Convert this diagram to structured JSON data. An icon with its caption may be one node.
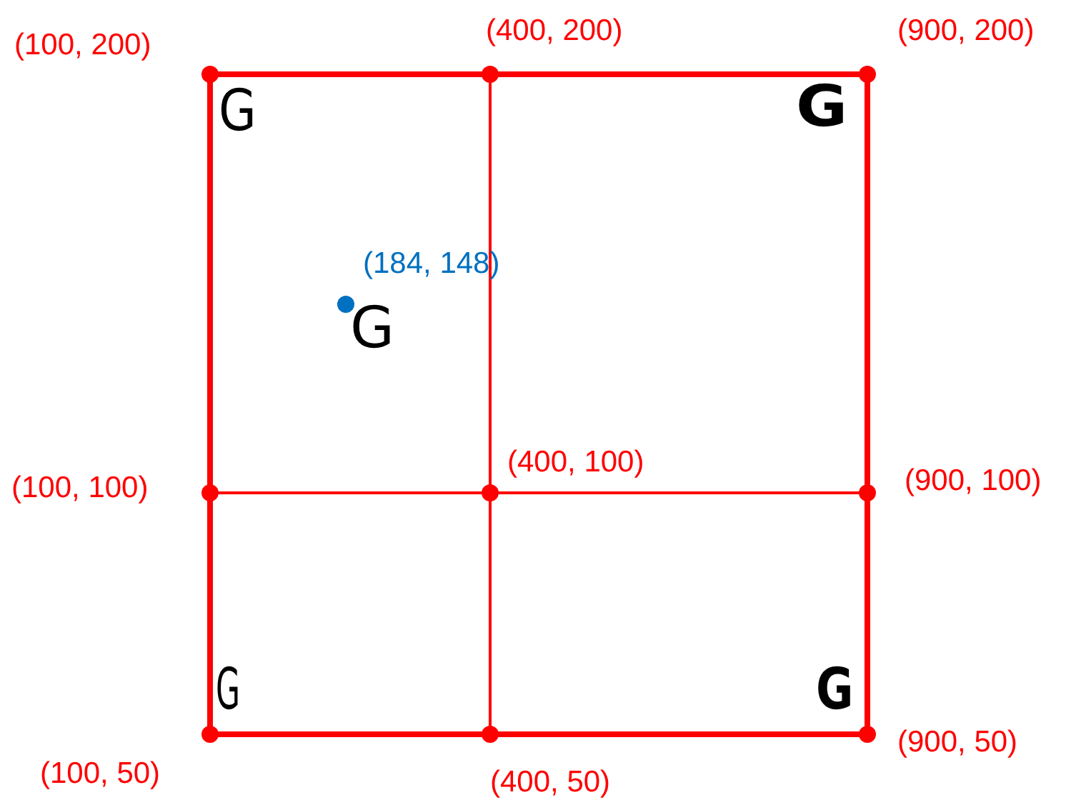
{
  "diagram": {
    "labels": [
      "(100, 200)",
      "(400, 200)",
      "(900, 200)",
      "G",
      "G",
      "(184, 148)",
      "G",
      "(100, 100)",
      "(400, 100)",
      "(900, 100)",
      "G",
      "G",
      "(100, 50)",
      "(400, 50)",
      "(900, 50)"
    ]
  }
}
